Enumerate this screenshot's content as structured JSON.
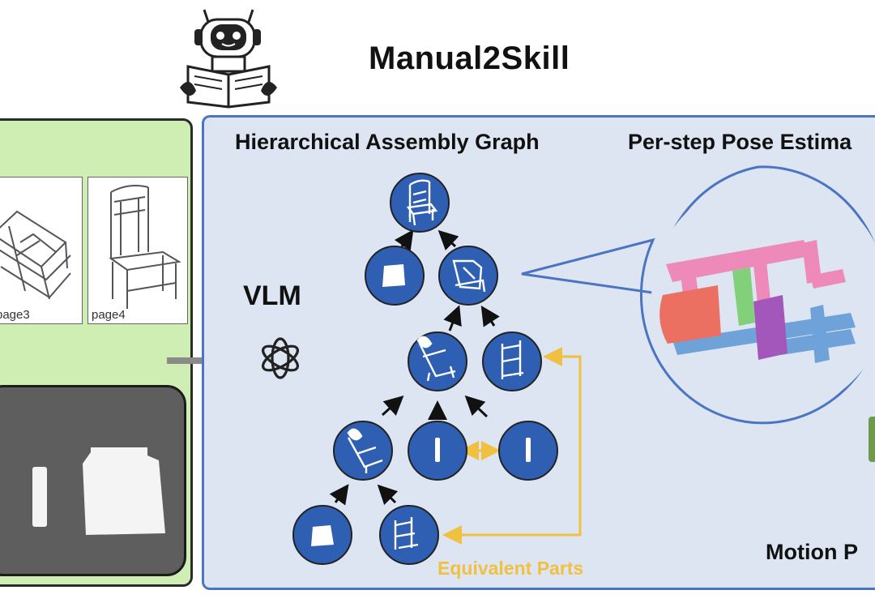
{
  "header": {
    "title": "Manual2Skill"
  },
  "manual": {
    "pages": [
      {
        "label": "page3"
      },
      {
        "label": "page4"
      }
    ]
  },
  "vlm": {
    "label": "VLM",
    "icon": "openai-logo-icon"
  },
  "graph": {
    "heading": "Hierarchical Assembly Graph",
    "equivalent_label": "Equivalent Parts",
    "node_color": "#2f5fb3",
    "equivalent_color": "#f0c040"
  },
  "pose": {
    "heading": "Per-step Pose Estima"
  },
  "motion": {
    "label": "Motion P"
  }
}
